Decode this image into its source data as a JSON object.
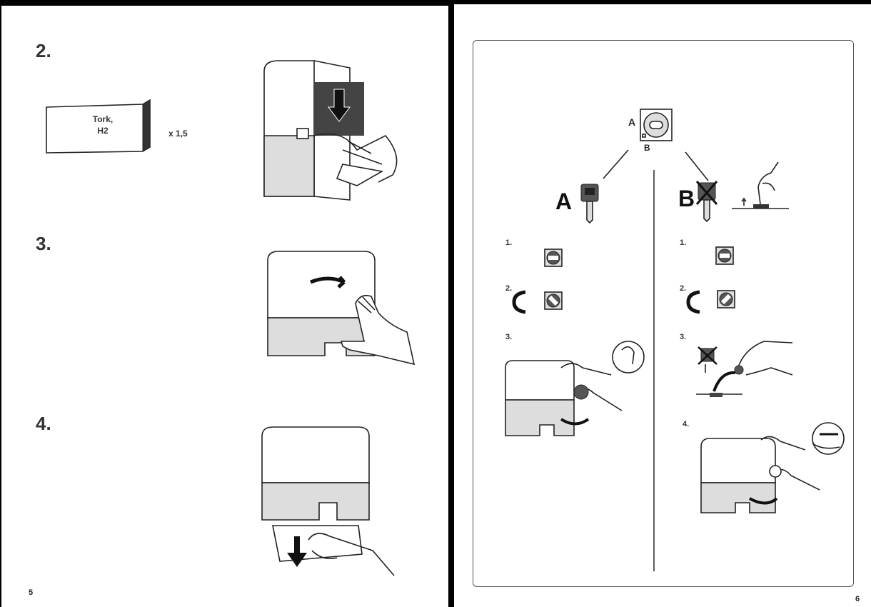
{
  "left_page": {
    "steps": [
      {
        "num": "2."
      },
      {
        "num": "3."
      },
      {
        "num": "4."
      }
    ],
    "towel_pack_label_line1": "Tork,",
    "towel_pack_label_line2": "H2",
    "quantity": "x 1,5",
    "page_number": "5"
  },
  "right_page": {
    "lock_label_a": "A",
    "lock_label_b": "B",
    "branch_a": {
      "letter": "A",
      "steps": [
        "1.",
        "2.",
        "3."
      ]
    },
    "branch_b": {
      "letter": "B",
      "steps": [
        "1.",
        "2.",
        "3.",
        "4."
      ]
    },
    "page_number": "6"
  },
  "colors": {
    "border": "#000000",
    "lower_panel_gray": "#dddddd",
    "line": "#222222"
  },
  "icons": [
    "paper-towel-pack-icon",
    "dispenser-illustration",
    "hand-icon",
    "arrow-icon",
    "key-icon",
    "lock-icon",
    "rotate-ccw-icon"
  ]
}
